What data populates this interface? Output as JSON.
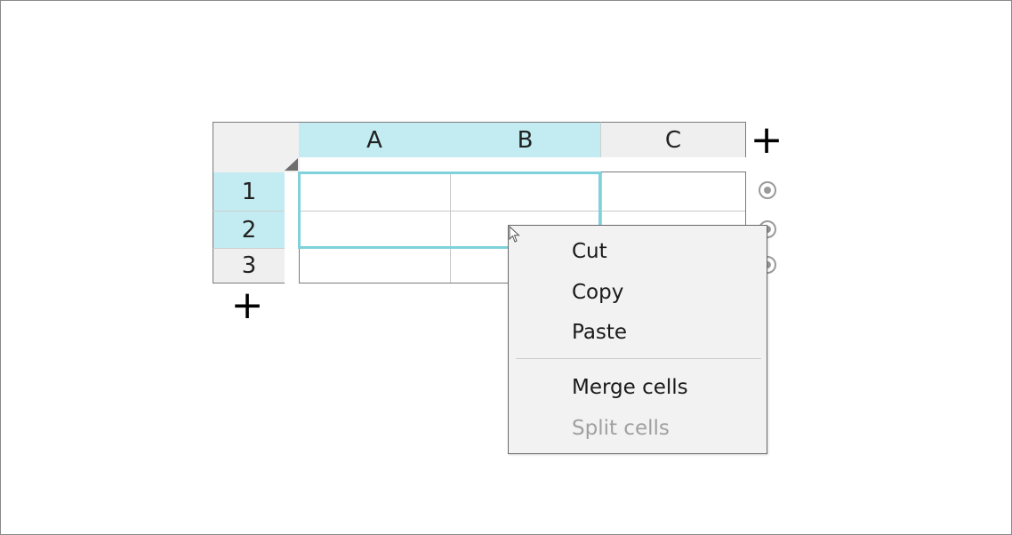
{
  "spreadsheet": {
    "columns": [
      {
        "label": "A",
        "selected": true
      },
      {
        "label": "B",
        "selected": true
      },
      {
        "label": "C",
        "selected": false
      }
    ],
    "rows": [
      {
        "label": "1",
        "selected": true
      },
      {
        "label": "2",
        "selected": true
      },
      {
        "label": "3",
        "selected": false
      }
    ],
    "add_column_icon": "plus-icon",
    "add_row_icon": "plus-icon",
    "row_handle_icon": "radio-dot-icon"
  },
  "context_menu": {
    "items": [
      {
        "label": "Cut",
        "enabled": true
      },
      {
        "label": "Copy",
        "enabled": true
      },
      {
        "label": "Paste",
        "enabled": true
      },
      {
        "label": "Merge cells",
        "enabled": true
      },
      {
        "label": "Split cells",
        "enabled": false
      }
    ]
  },
  "colors": {
    "selected_header": "#c2ecf1",
    "selection_border": "#7fd2dc",
    "menu_background": "#f2f2f2",
    "disabled_text": "#a0a0a0"
  }
}
